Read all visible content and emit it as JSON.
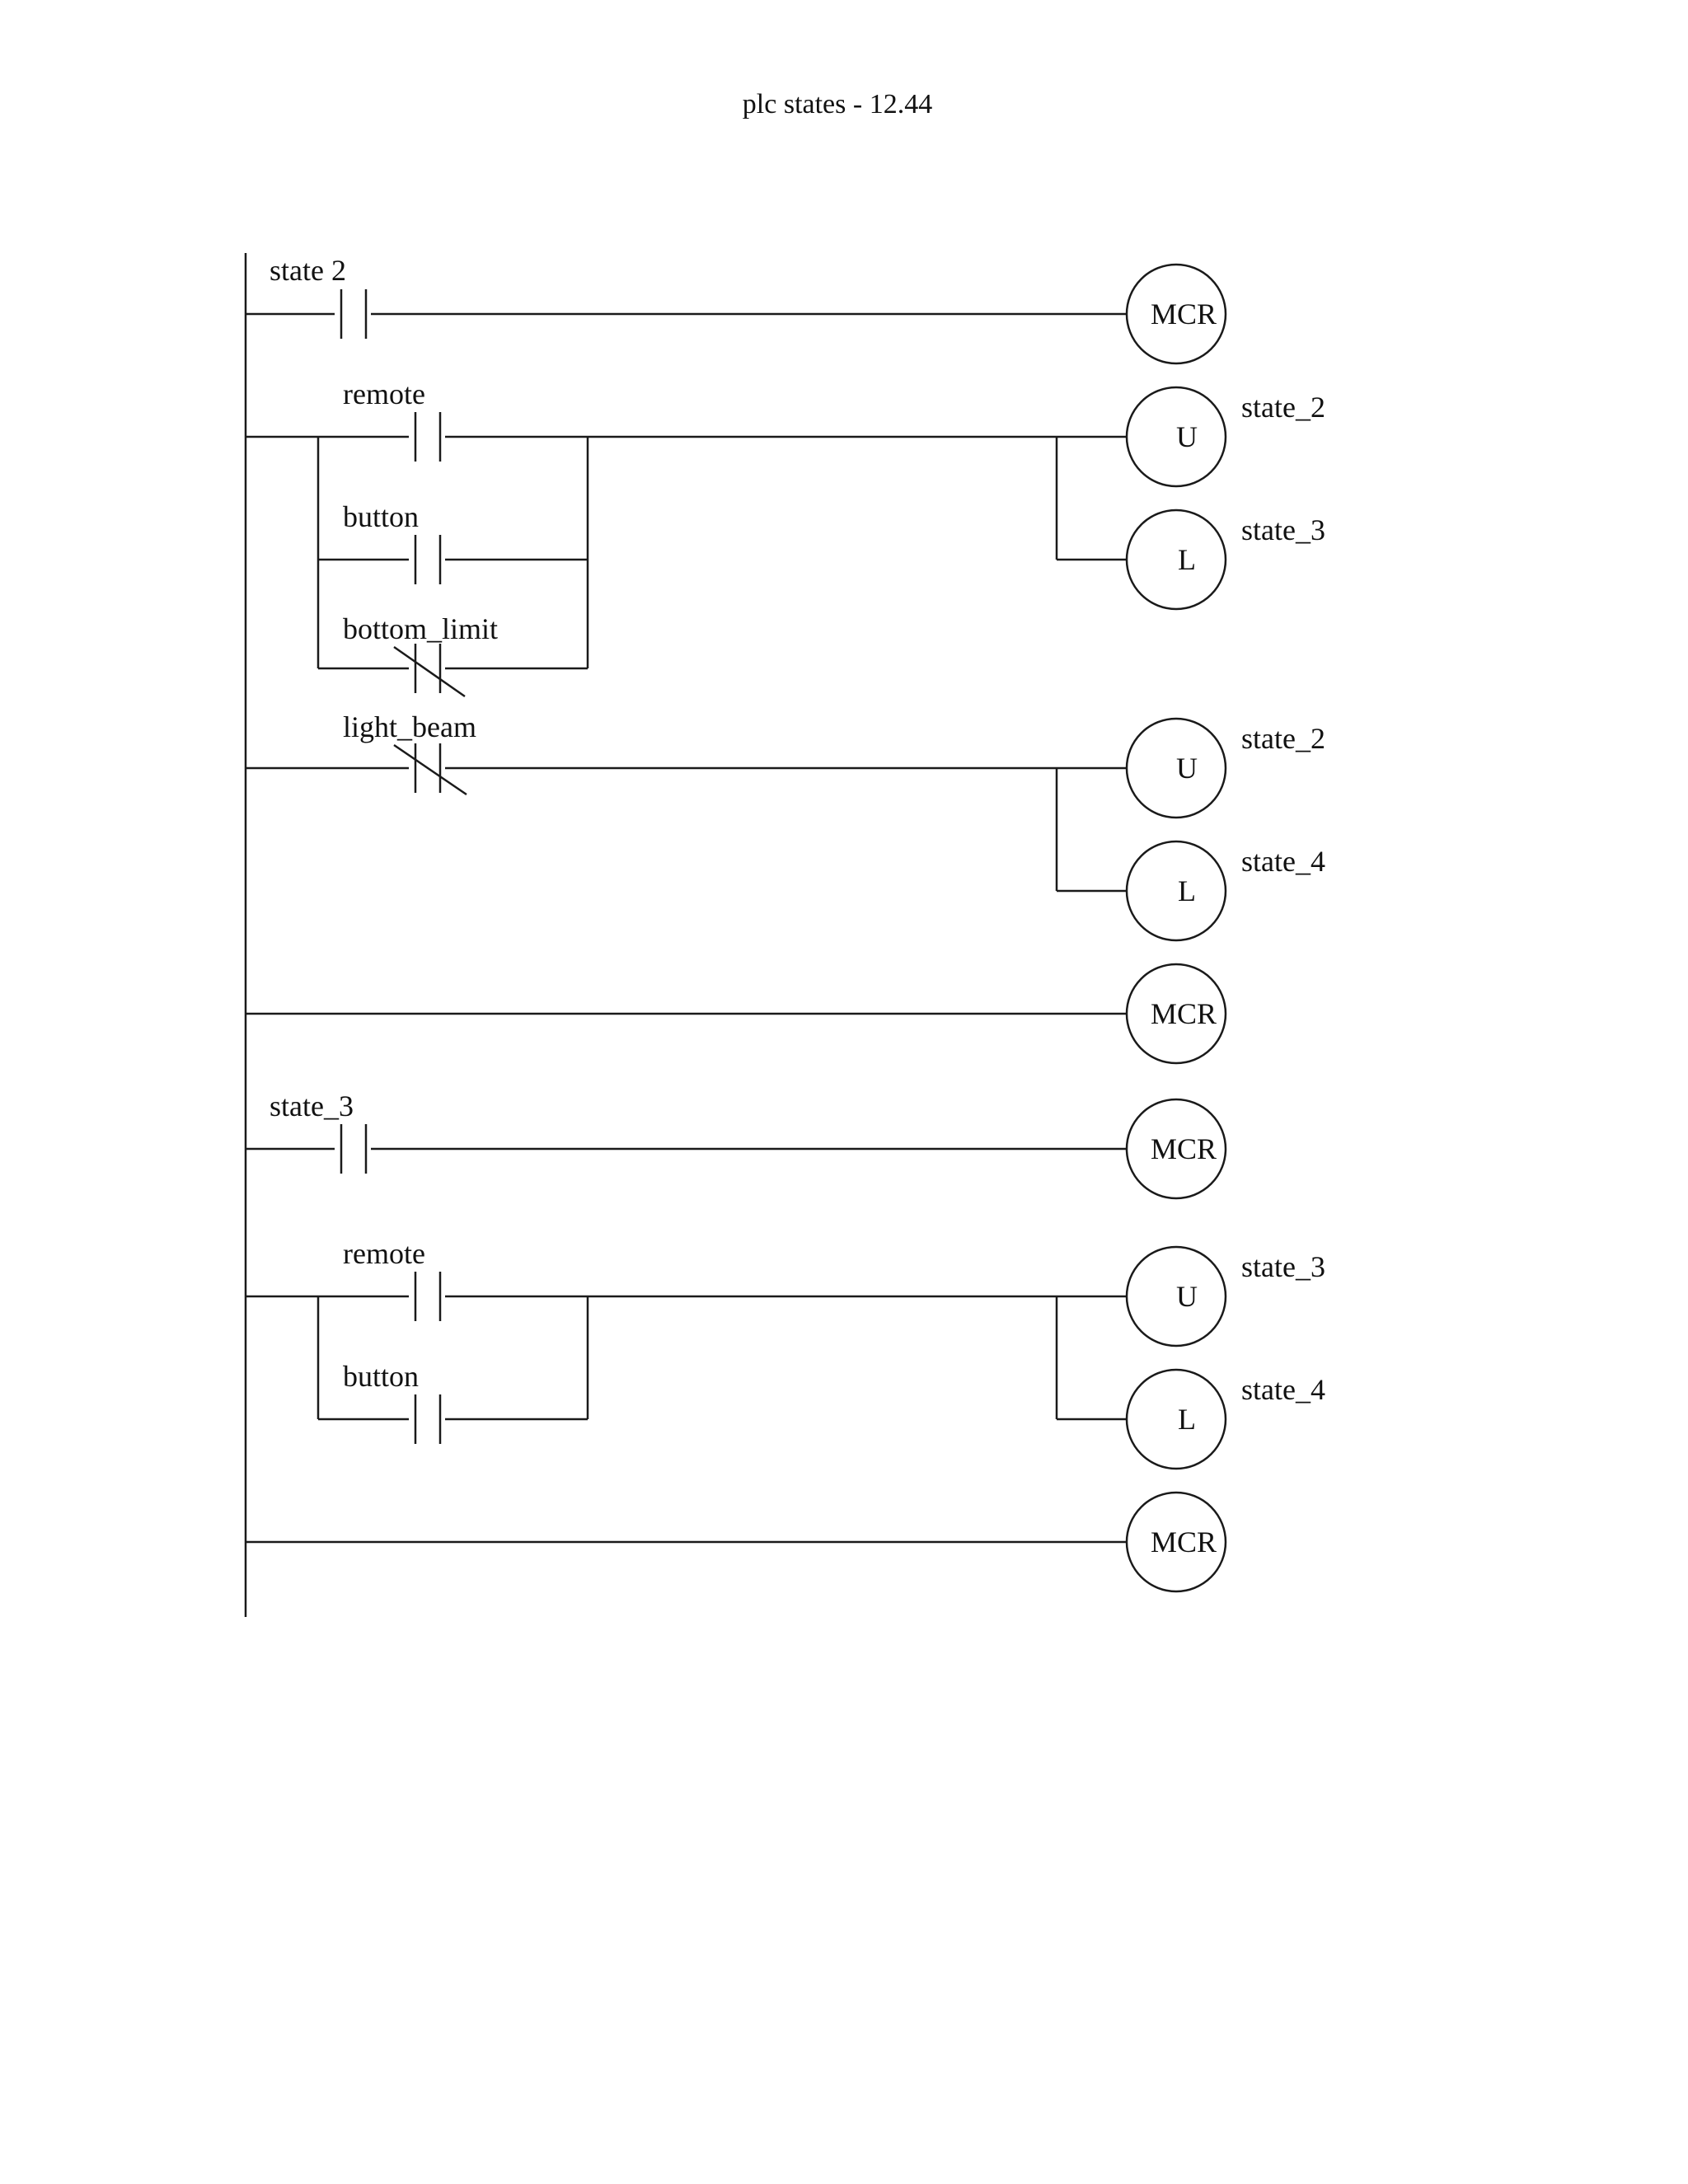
{
  "page": {
    "title": "plc states - 12.44"
  },
  "rungs": [
    {
      "contacts": [
        {
          "label": "state 2",
          "type": "NO"
        }
      ],
      "coils": [
        {
          "instruction": "MCR",
          "tag": ""
        }
      ]
    },
    {
      "contacts": [
        {
          "label": "remote",
          "type": "NO"
        },
        {
          "label": "button",
          "type": "NO"
        },
        {
          "label": "bottom_limit",
          "type": "NC"
        }
      ],
      "coils": [
        {
          "instruction": "U",
          "tag": "state_2"
        },
        {
          "instruction": "L",
          "tag": "state_3"
        }
      ]
    },
    {
      "contacts": [
        {
          "label": "light_beam",
          "type": "NC"
        }
      ],
      "coils": [
        {
          "instruction": "U",
          "tag": "state_2"
        },
        {
          "instruction": "L",
          "tag": "state_4"
        }
      ]
    },
    {
      "contacts": [],
      "coils": [
        {
          "instruction": "MCR",
          "tag": ""
        }
      ]
    },
    {
      "contacts": [
        {
          "label": "state_3",
          "type": "NO"
        }
      ],
      "coils": [
        {
          "instruction": "MCR",
          "tag": ""
        }
      ]
    },
    {
      "contacts": [
        {
          "label": "remote",
          "type": "NO"
        },
        {
          "label": "button",
          "type": "NO"
        }
      ],
      "coils": [
        {
          "instruction": "U",
          "tag": "state_3"
        },
        {
          "instruction": "L",
          "tag": "state_4"
        }
      ]
    },
    {
      "contacts": [],
      "coils": [
        {
          "instruction": "MCR",
          "tag": ""
        }
      ]
    }
  ]
}
